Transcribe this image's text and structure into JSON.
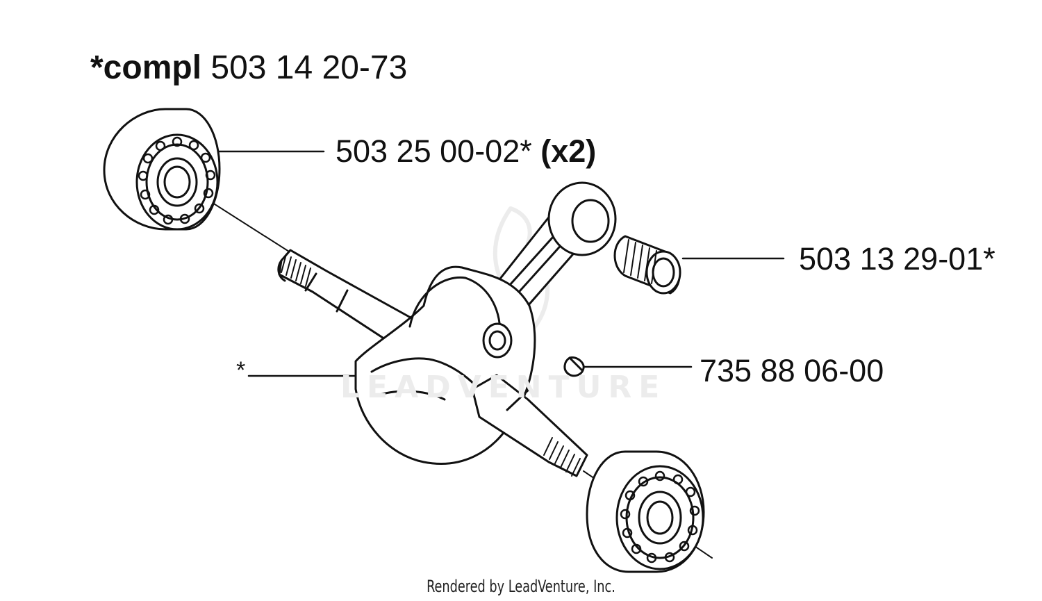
{
  "title": {
    "prefix": "*compl",
    "part": "503 14 20-73"
  },
  "callouts": {
    "bearing": {
      "part": "503 25 00-02*",
      "qty": "(x2)"
    },
    "needle_bearing": {
      "part": "503 13 29-01*"
    },
    "woodruff_key": {
      "part": "735 88 06-00"
    },
    "crankshaft": {
      "marker": "*"
    }
  },
  "watermark": "LEADVENTURE",
  "footer": "Rendered by LeadVenture, Inc.",
  "colors": {
    "line": "#111111",
    "background": "#ffffff",
    "watermark": "#ececec"
  }
}
